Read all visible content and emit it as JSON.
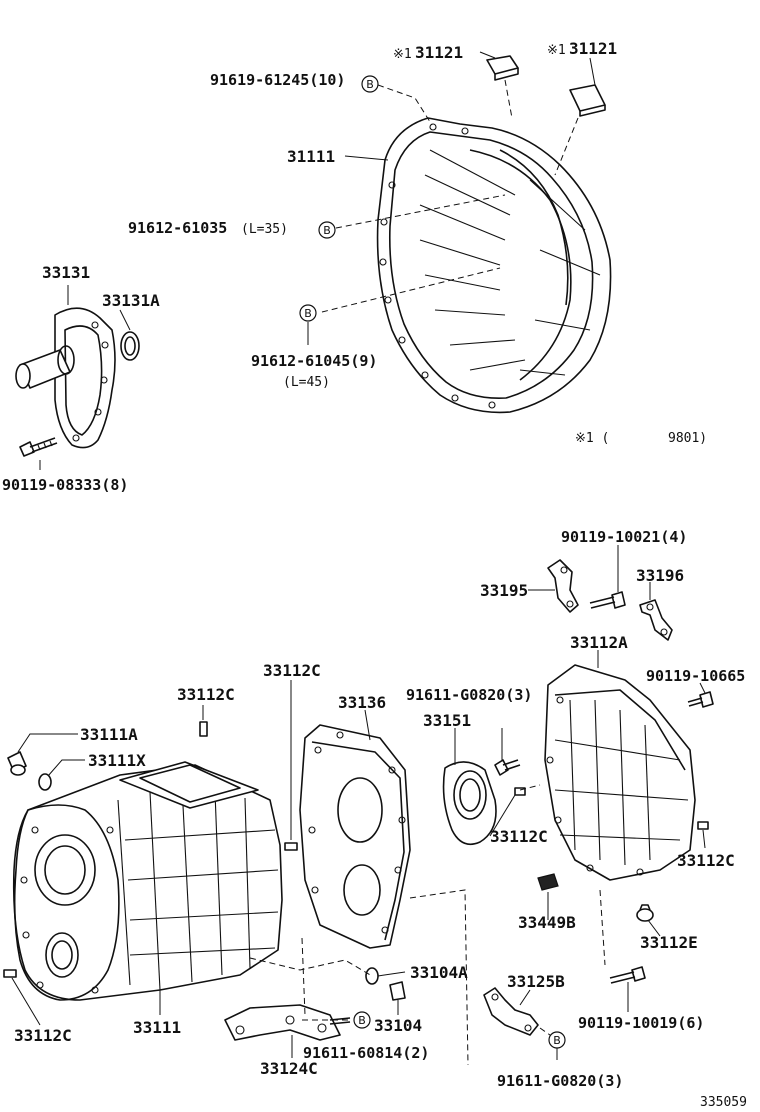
{
  "labels": {
    "p31121a": "31121",
    "p31121b": "31121",
    "star_a": "※1",
    "star_b": "※1",
    "p91619": "91619-61245(10)",
    "p31111": "31111",
    "p91612_35": "91612-61035",
    "l35": "(L=35)",
    "p33131": "33131",
    "p33131A": "33131A",
    "p91612_45": "91612-61045(9)",
    "l45": "(L=45)",
    "p90119_08333": "90119-08333(8)",
    "note_star": "※1 (",
    "note_code": "9801)",
    "p90119_10021": "90119-10021(4)",
    "p33195": "33195",
    "p33196": "33196",
    "p33112A": "33112A",
    "p90119_10665": "90119-10665",
    "p33112C_top": "33112C",
    "p33112C_mid": "33112C",
    "p33136": "33136",
    "p91611_G0820_top": "91611-G0820(3)",
    "p33151": "33151",
    "p33111A": "33111A",
    "p33111X": "33111X",
    "p33112C_c": "33112C",
    "p33112C_r": "33112C",
    "p33449B": "33449B",
    "p33112E": "33112E",
    "p33104A": "33104A",
    "p33125B": "33125B",
    "p90119_10019": "90119-10019(6)",
    "p33112C_bl": "33112C",
    "p33111": "33111",
    "p33104": "33104",
    "p91611_60814": "91611-60814(2)",
    "p33124C": "33124C",
    "p91611_G0820_bot": "91611-G0820(3)",
    "code": "335059"
  },
  "bolt_symbol": "B"
}
